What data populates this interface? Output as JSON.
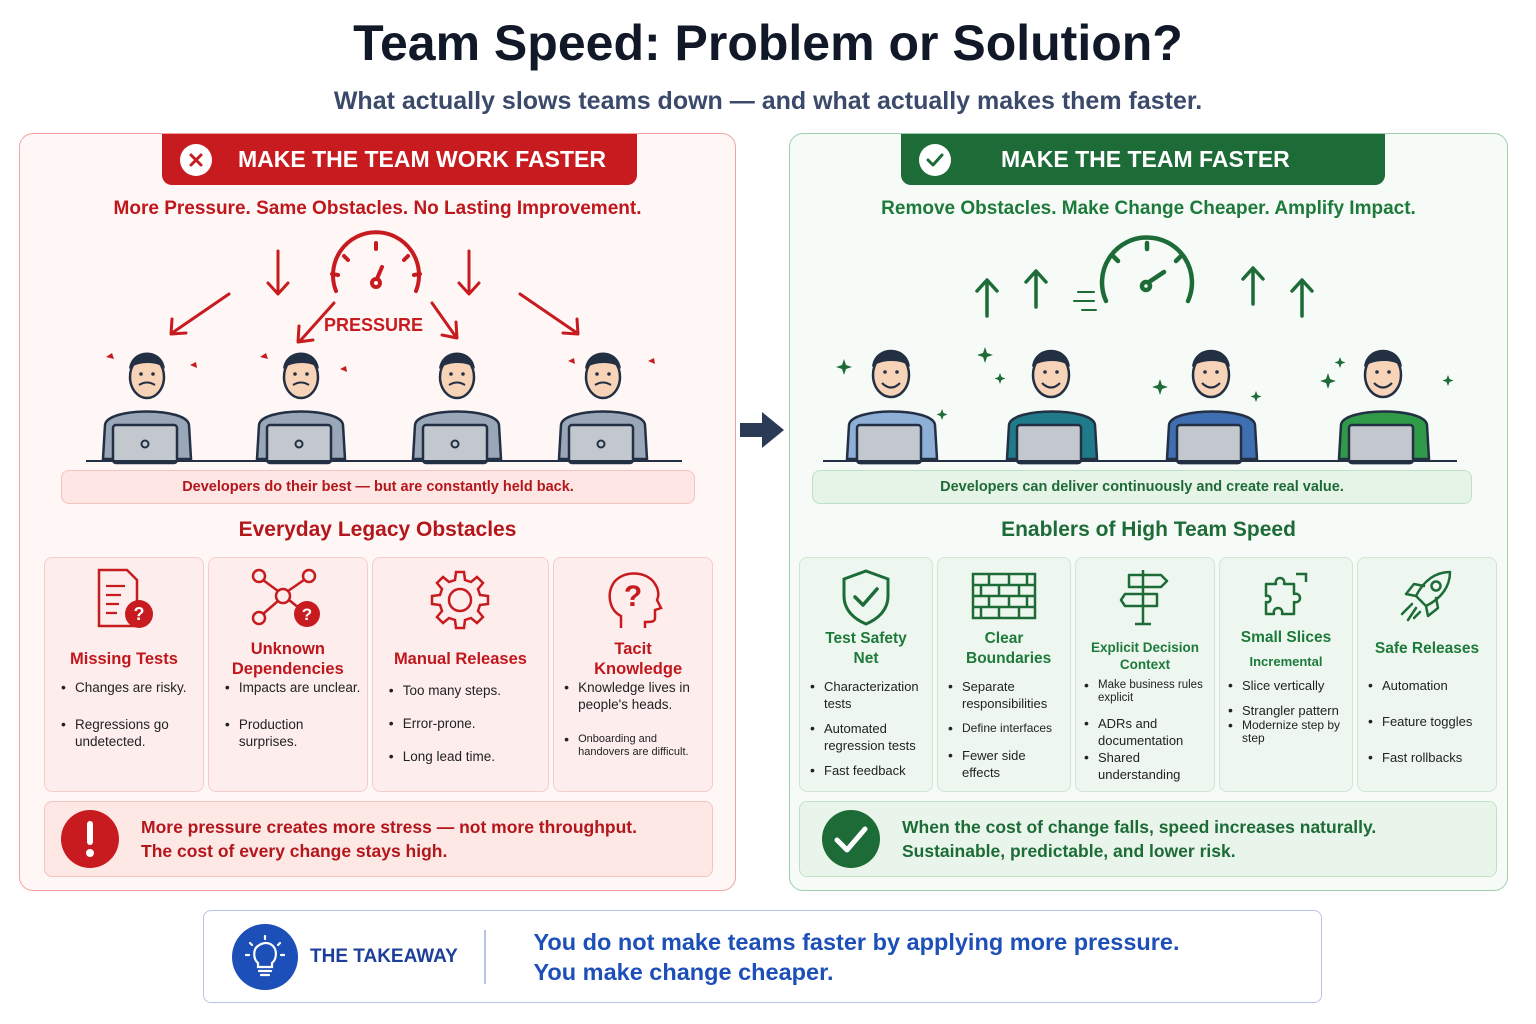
{
  "title": "Team Speed: Problem or Solution?",
  "subtitle": "What actually slows teams down — and what actually makes them faster.",
  "colors": {
    "problem_red": "#c81b1f",
    "solution_green": "#1d6b37",
    "takeaway_blue": "#1d4fb8"
  },
  "left": {
    "banner": "MAKE THE TEAM WORK FASTER",
    "banner_icon": "x-circle-icon",
    "tagline": "More Pressure. Same Obstacles. No Lasting Improvement.",
    "gauge_label": "PRESSURE",
    "strip": "Developers do their best — but are constantly held back.",
    "section_heading": "Everyday Legacy Obstacles",
    "cards": [
      {
        "icon": "document-question-icon",
        "title": "Missing Tests",
        "bullets": [
          "Changes are risky.",
          "Regressions go undetected."
        ]
      },
      {
        "icon": "network-question-icon",
        "title": "Unknown Dependencies",
        "bullets": [
          "Impacts are unclear.",
          "Production surprises."
        ]
      },
      {
        "icon": "gear-icon",
        "title": "Manual Releases",
        "bullets": [
          "Too many steps.",
          "Error-prone.",
          "Long lead time."
        ]
      },
      {
        "icon": "head-question-icon",
        "title": "Tacit Knowledge",
        "bullets": [
          "Knowledge lives in people's heads.",
          "Onboarding and handovers are difficult."
        ]
      }
    ],
    "bottom": {
      "icon": "exclamation-icon",
      "line1": "More pressure creates more stress — not more throughput.",
      "line2": "The cost of every change stays high."
    }
  },
  "right": {
    "banner": "MAKE THE TEAM FASTER",
    "banner_icon": "check-circle-icon",
    "tagline": "Remove Obstacles. Make Change Cheaper. Amplify Impact.",
    "strip": "Developers can deliver continuously and create real value.",
    "section_heading": "Enablers of High Team Speed",
    "cards": [
      {
        "icon": "shield-check-icon",
        "title": "Test Safety Net",
        "bullets": [
          "Characterization tests",
          "Automated regression tests",
          "Fast feedback"
        ]
      },
      {
        "icon": "brick-wall-icon",
        "title": "Clear Boundaries",
        "bullets": [
          "Separate responsibilities",
          "Define interfaces",
          "Fewer side effects"
        ]
      },
      {
        "icon": "signpost-icon",
        "title": "Explicit Decision Context",
        "bullets": [
          "Make business rules explicit",
          "ADRs and documentation",
          "Shared understanding"
        ]
      },
      {
        "icon": "puzzle-icon",
        "title": "Small Slices",
        "subtitle": "Incremental",
        "bullets": [
          "Slice vertically",
          "Strangler pattern",
          "Modernize step by step"
        ]
      },
      {
        "icon": "rocket-icon",
        "title": "Safe Releases",
        "bullets": [
          "Automation",
          "Feature toggles",
          "Fast rollbacks"
        ]
      }
    ],
    "bottom": {
      "icon": "check-icon",
      "line1": "When the cost of change falls, speed increases naturally.",
      "line2": "Sustainable, predictable, and lower risk."
    }
  },
  "takeaway": {
    "icon": "lightbulb-icon",
    "label": "THE TAKEAWAY",
    "line1": "You do not make teams faster by applying more pressure.",
    "line2": "You make change cheaper."
  }
}
